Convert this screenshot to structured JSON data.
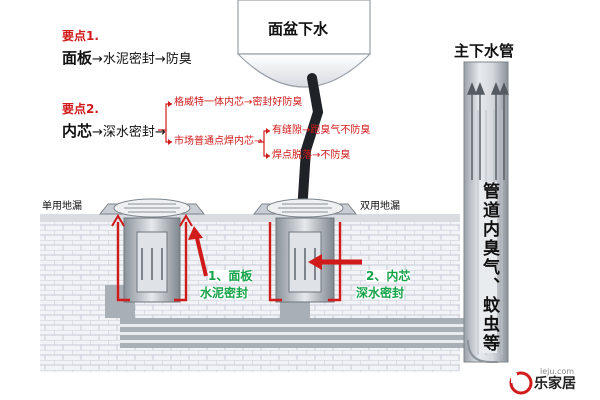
{
  "point1": {
    "title": "要点1.",
    "main": "面板",
    "rest": "→水泥密封→防臭"
  },
  "point2": {
    "title": "要点2.",
    "main": "内芯",
    "rest": "→深水密封→"
  },
  "branches": {
    "top": "格威特一体内芯→密封好防臭",
    "bottom": "市场普通点焊内芯→",
    "sub1": "有缝隙→跑臭气不防臭",
    "sub2": "焊点脱落→不防臭"
  },
  "basin_label": "面盆下水",
  "main_pipe_label": "主下水管",
  "pipe_vertical_text": "管道内臭气、蚊虫等",
  "single_drain_label": "单用地漏",
  "double_drain_label": "双用地漏",
  "callout1": {
    "line1": "1、面板",
    "line2": "水泥密封"
  },
  "callout2": {
    "line1": "2、内芯",
    "line2": "深水密封"
  },
  "brand": {
    "url": "leju.com",
    "name": "乐家居"
  },
  "colors": {
    "accent_red": "#d11a1a",
    "accent_green": "#16a34a",
    "brick_bg": "#eef0f3",
    "pipe_gray": "#8f959c"
  }
}
